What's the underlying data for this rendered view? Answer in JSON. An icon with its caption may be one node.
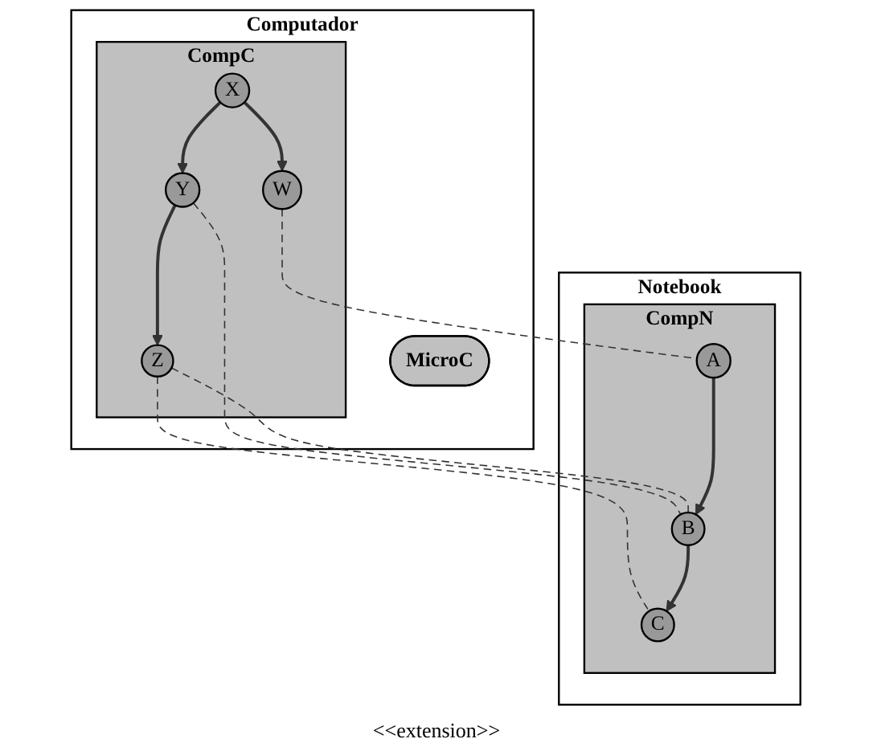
{
  "diagram": {
    "nodes": [
      {
        "text": [
          "Computador"
        ]
      },
      {
        "text": [
          "CompC"
        ],
        "in": 0
      },
      {
        "text": [
          "X"
        ],
        "in": 1
      },
      {
        "text": [
          "Y"
        ],
        "in": 1
      },
      {
        "text": [
          "Z"
        ],
        "in": 1
      },
      {
        "text": [
          "W"
        ],
        "in": 1
      },
      {
        "text": [
          "MicroC"
        ],
        "in": 0
      },
      {
        "text": [
          "Notebook"
        ]
      },
      {
        "text": [
          "CompN"
        ],
        "in": 7
      },
      {
        "text": [
          "A"
        ],
        "in": 8
      },
      {
        "text": [
          "B"
        ],
        "in": 8
      },
      {
        "text": [
          "C"
        ],
        "in": 8
      }
    ],
    "edges": [
      {
        "from": 2,
        "to": 3,
        "arrow": "to"
      },
      {
        "from": 3,
        "to": 4,
        "arrow": "to"
      },
      {
        "from": 2,
        "to": 5,
        "arrow": "to"
      },
      {
        "from": 3,
        "to": 10,
        "arrow": "none",
        "style": "dashed"
      },
      {
        "from": 4,
        "to": 10,
        "arrow": "none",
        "style": "dashed"
      },
      {
        "from": 4,
        "to": 11,
        "arrow": "none",
        "style": "dashed"
      },
      {
        "from": 5,
        "to": 9,
        "arrow": "none",
        "style": "dashed"
      },
      {
        "from": 9,
        "to": 10,
        "arrow": "to"
      },
      {
        "from": 10,
        "to": 11,
        "arrow": "to"
      }
    ],
    "labels": [
      "<<extension>>"
    ]
  }
}
